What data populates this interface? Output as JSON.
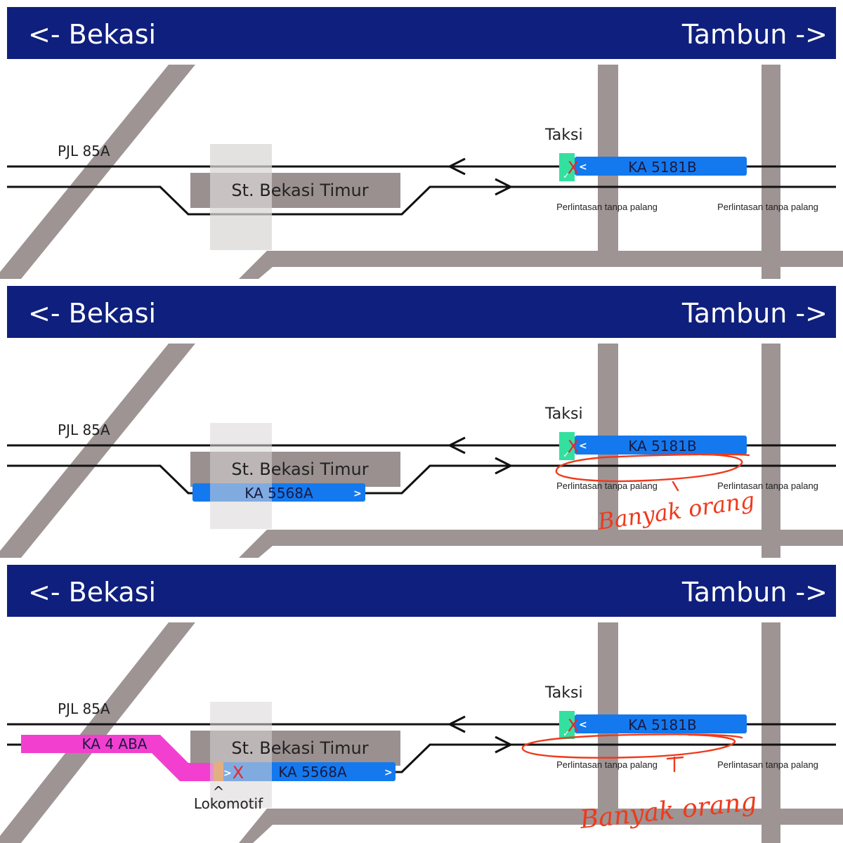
{
  "colors": {
    "header_bg": "#0f1f7d",
    "road": "#9e9494",
    "track": "#111111",
    "station": "#9a9090",
    "platform": "#d9d6d6",
    "train_blue": "#1479ef",
    "train_pink": "#f23fd0",
    "taxi_green": "#33e0a0",
    "locomotive_orange": "#f0801e",
    "signal_red": "#e8262a",
    "annotation_red": "#ee3a1c"
  },
  "panels": [
    {
      "header": {
        "left": "<- Bekasi",
        "right": "Tambun ->"
      },
      "pjl": "PJL 85A",
      "station": "St. Bekasi Timur",
      "taxi": {
        "label": "Taksi",
        "check": "✓",
        "blocked": "X"
      },
      "train_top": {
        "label": "KA 5181B",
        "arrow": "<"
      },
      "crossing_left": "Perlintasan tanpa palang",
      "crossing_right": "Perlintasan tanpa palang"
    },
    {
      "header": {
        "left": "<- Bekasi",
        "right": "Tambun ->"
      },
      "pjl": "PJL 85A",
      "station": "St. Bekasi Timur",
      "taxi": {
        "label": "Taksi",
        "check": "✓",
        "blocked": "X"
      },
      "train_top": {
        "label": "KA 5181B",
        "arrow": "<"
      },
      "train_station": {
        "label": "KA 5568A",
        "arrow": ">"
      },
      "crossing_left": "Perlintasan tanpa palang",
      "crossing_right": "Perlintasan tanpa palang",
      "annotation": "Banyak orang"
    },
    {
      "header": {
        "left": "<- Bekasi",
        "right": "Tambun ->"
      },
      "pjl": "PJL 85A",
      "station": "St. Bekasi Timur",
      "taxi": {
        "label": "Taksi",
        "check": "✓",
        "blocked": "X"
      },
      "train_top": {
        "label": "KA 5181B",
        "arrow": "<"
      },
      "train_station": {
        "label": "KA 5568A",
        "arrow": ">",
        "loco_arrow": ">",
        "blocked": "X"
      },
      "train_pink": {
        "label": "KA 4 ABA"
      },
      "locomotive": {
        "caret": "^",
        "label": "Lokomotif"
      },
      "crossing_left": "Perlintasan tanpa palang",
      "crossing_right": "Perlintasan tanpa palang",
      "annotation": "Banyak orang"
    }
  ]
}
